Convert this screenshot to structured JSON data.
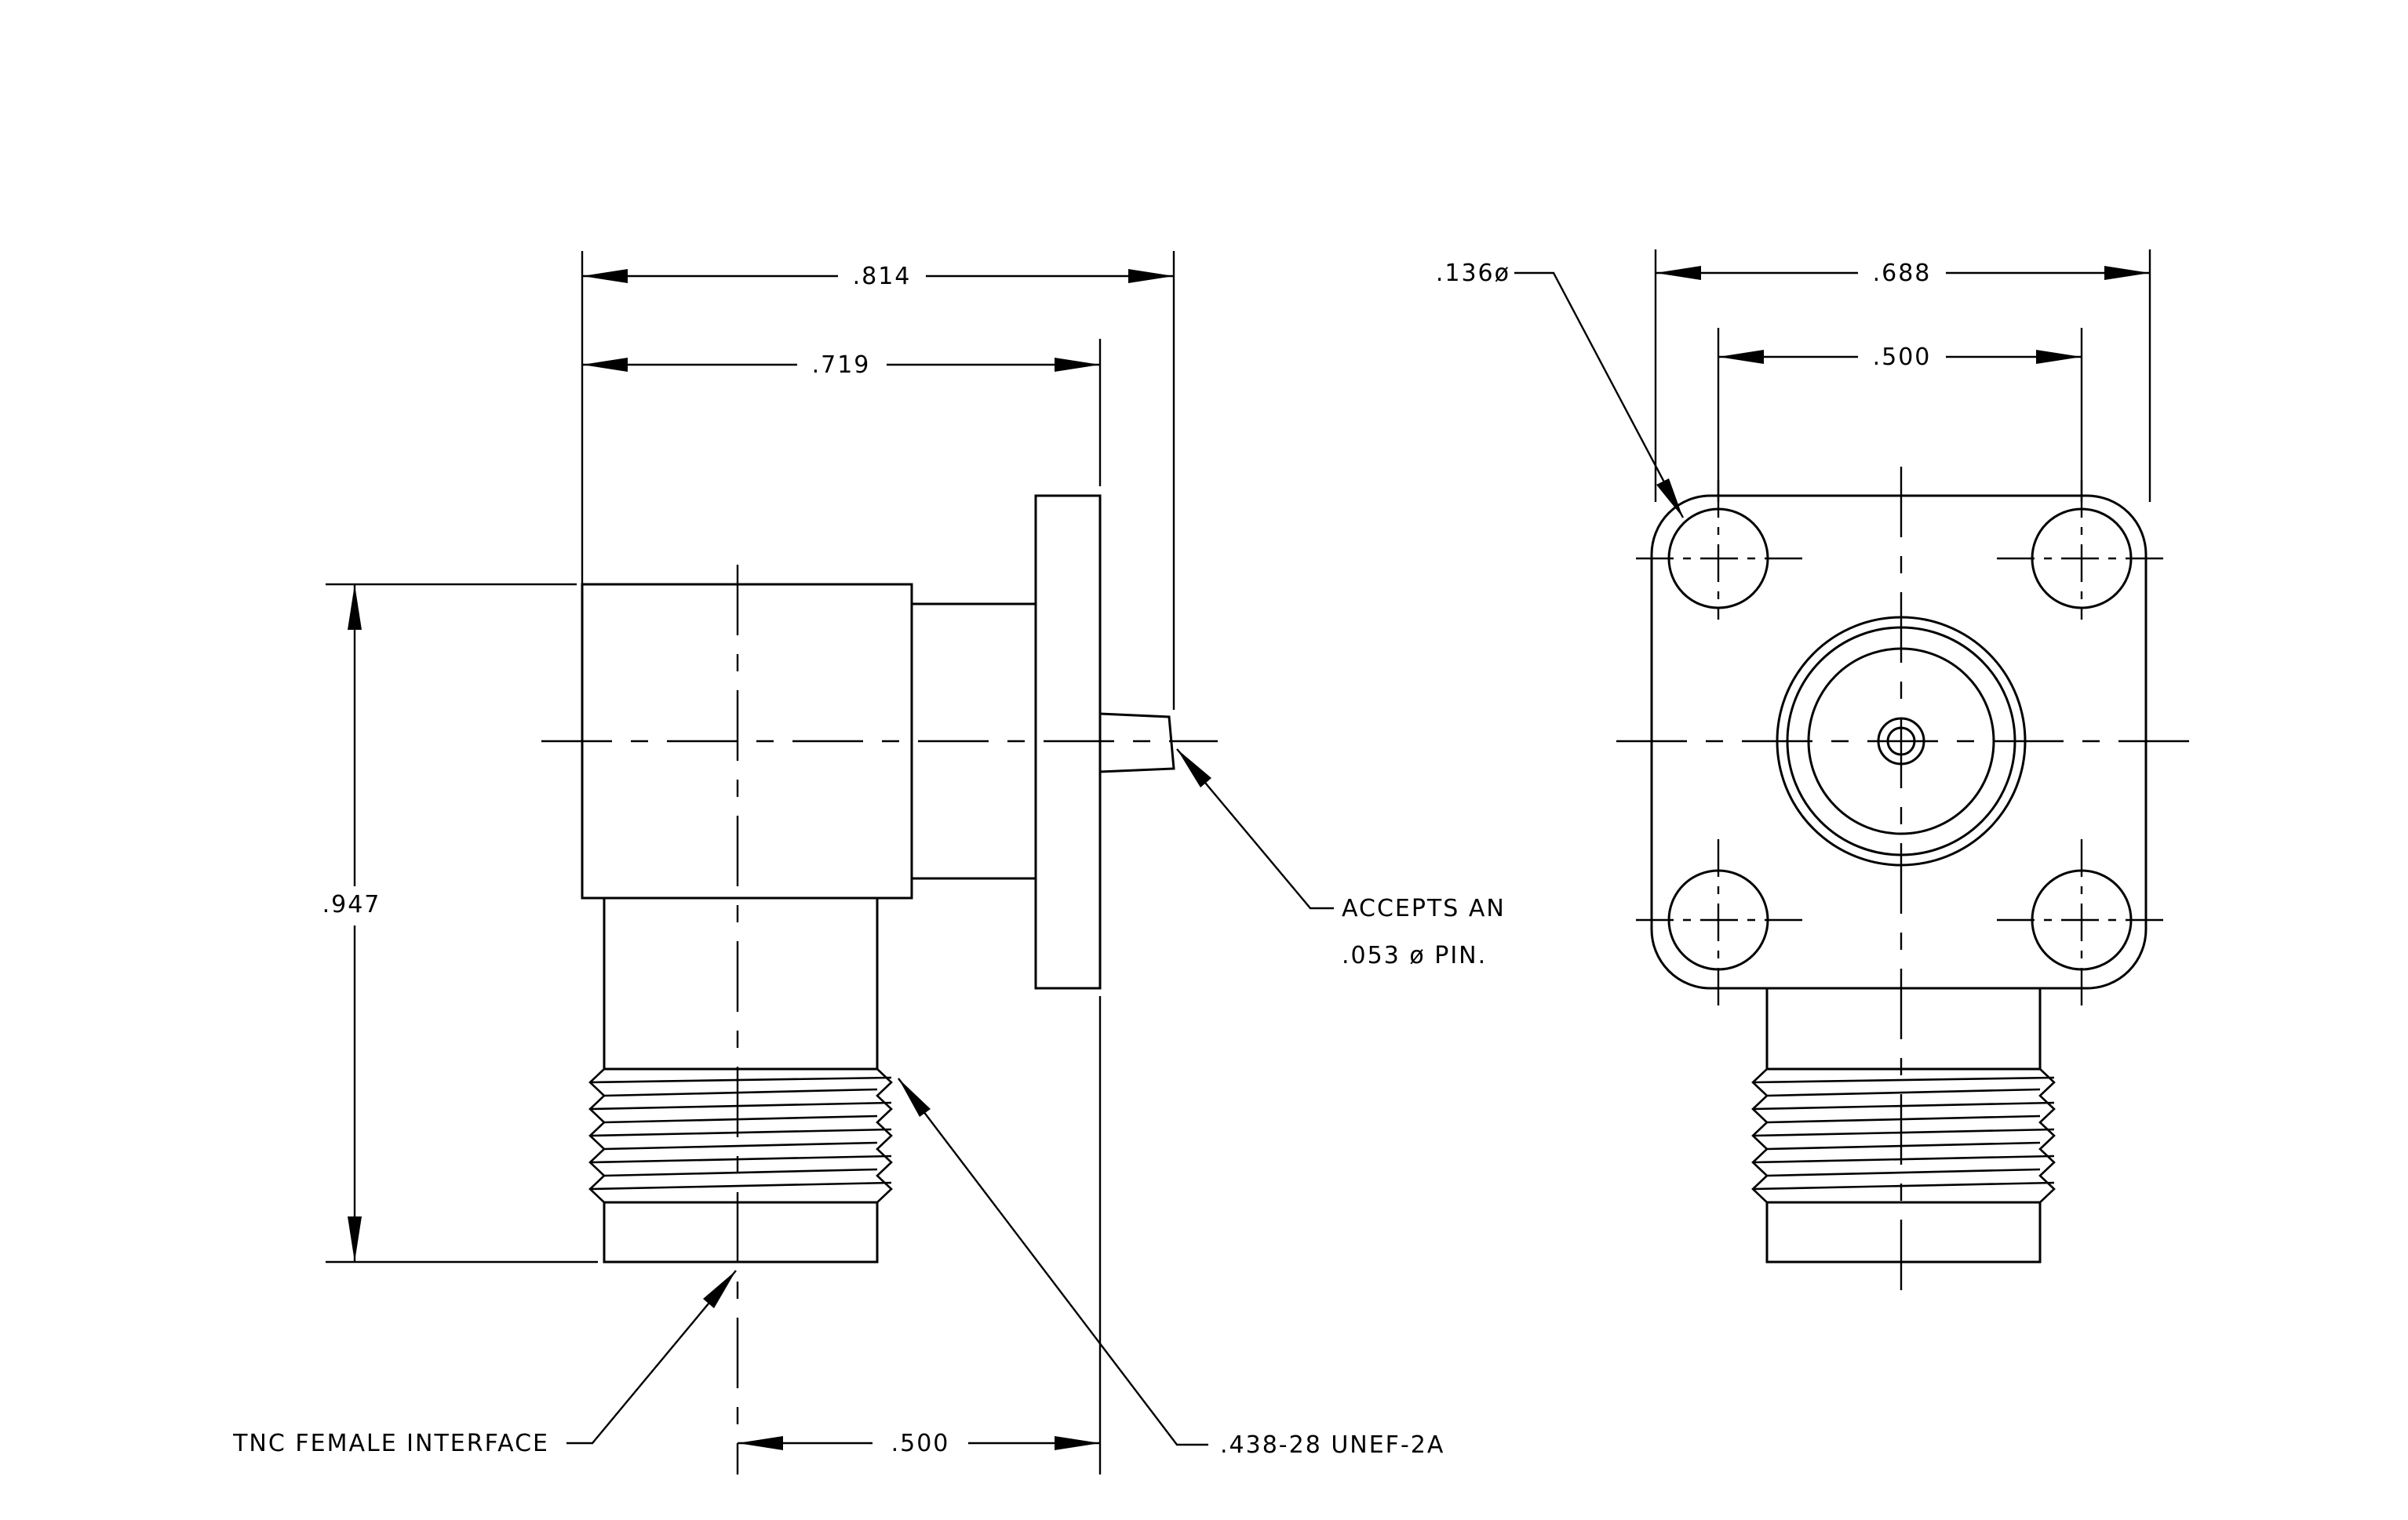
{
  "drawing": {
    "side_view": {
      "dim_overall_length": ".814",
      "dim_flange_length": ".719",
      "dim_height": ".947",
      "dim_interface_offset": ".500",
      "note_pin_line1": "ACCEPTS AN",
      "note_pin_line2": ".053 ø PIN.",
      "note_thread": ".438-28 UNEF-2A",
      "note_interface": "TNC FEMALE INTERFACE"
    },
    "front_view": {
      "dim_flange_width": ".688",
      "dim_hole_spacing": ".500",
      "dim_hole_diameter": ".136ø"
    }
  }
}
